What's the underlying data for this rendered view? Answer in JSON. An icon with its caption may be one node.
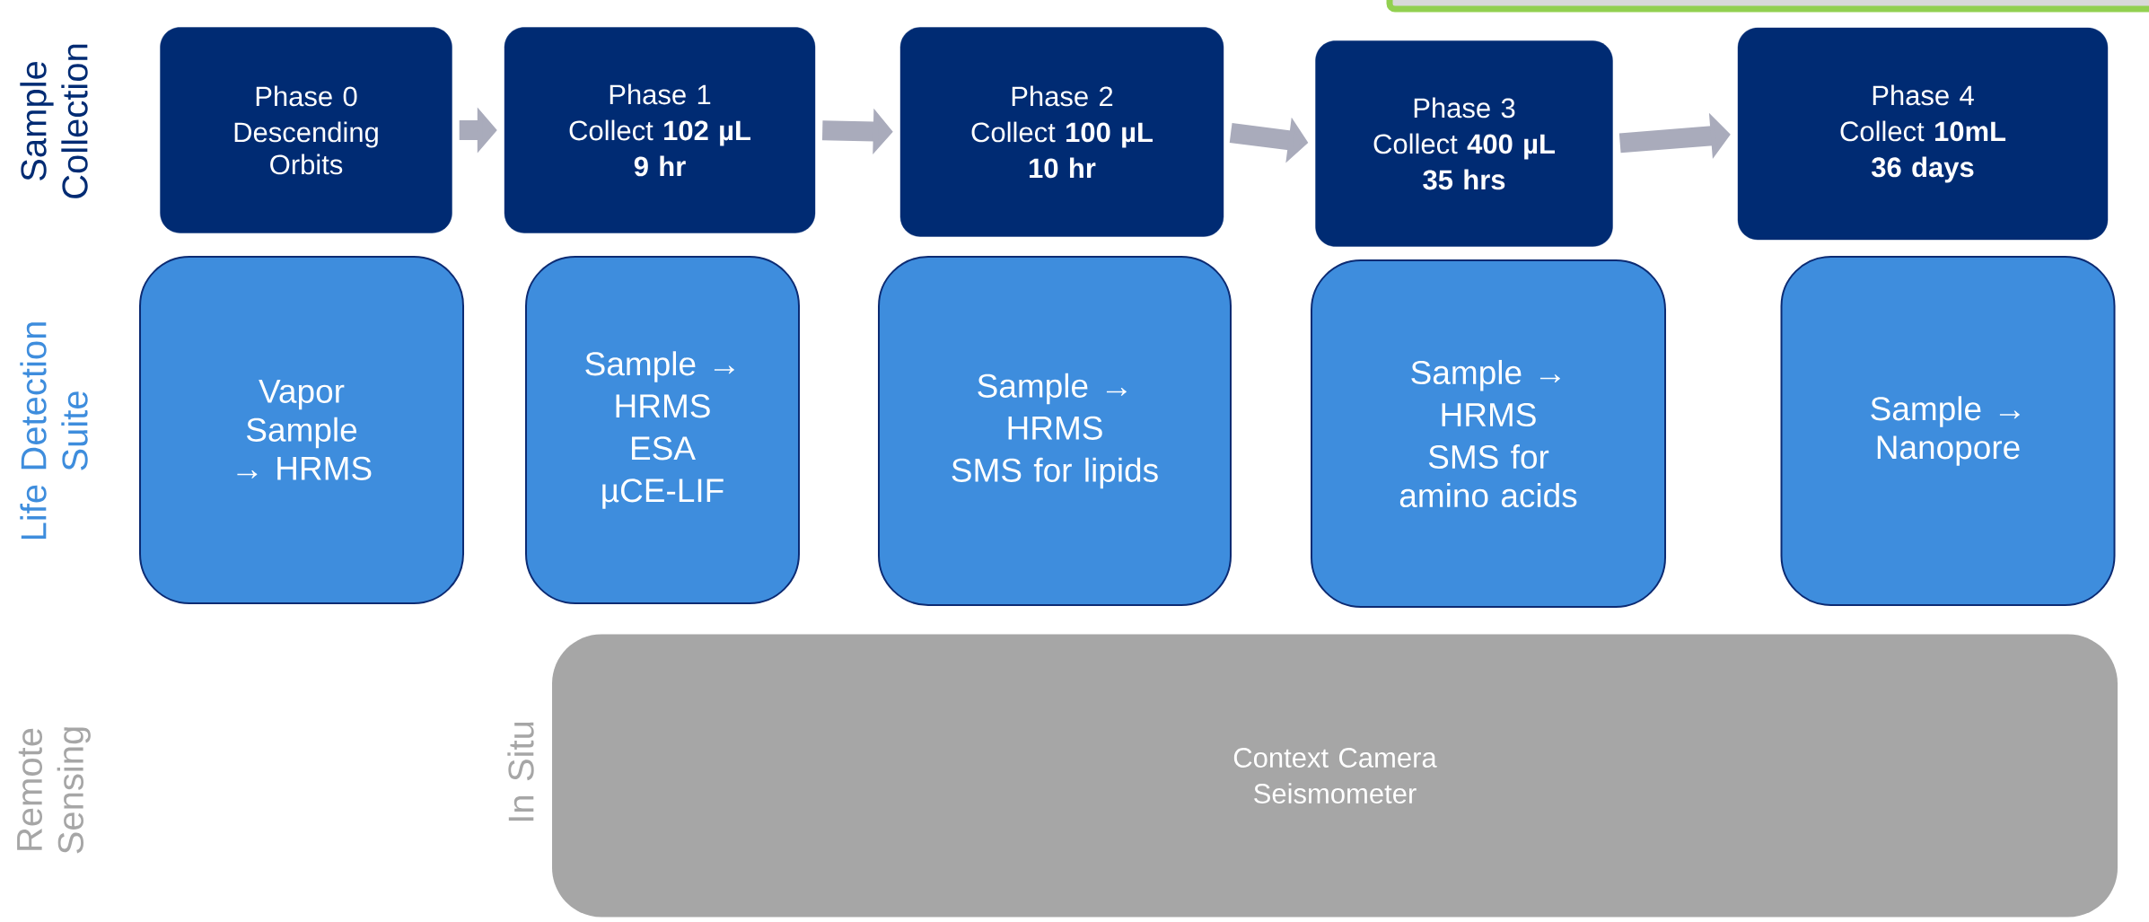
{
  "diagram": {
    "nodes": [
      {
        "text": [
          "Phase 0",
          "Descending Orbits"
        ]
      },
      {
        "text": [
          "Phase 1",
          "Collect **102 µL**",
          "9 hr"
        ]
      },
      {
        "text": [
          "Phase 2",
          "Collect **100 µL**",
          "10 hr"
        ]
      },
      {
        "text": [
          "Phase 3",
          "Collect **400 µL**",
          "35 hrs"
        ]
      },
      {
        "text": [
          "Phase 4",
          "Collect **10mL**",
          "36 days"
        ]
      },
      {
        "text": [
          "Vapor Sample → HRMS"
        ]
      },
      {
        "text": [
          "Sample →",
          "HRMS",
          "ESA",
          "µCE-LIF"
        ]
      },
      {
        "text": [
          "Sample →",
          "HRMS",
          "SMS for lipids"
        ]
      },
      {
        "text": [
          "Sample →",
          "HRMS",
          "SMS for amino acids"
        ]
      },
      {
        "text": [
          "Sample → Nanopore"
        ]
      },
      {
        "text": [
          "Context Camera",
          "Seismometer"
        ]
      }
    ],
    "edges": [
      {
        "from": 0,
        "to": 1,
        "arrow": "to"
      },
      {
        "from": 1,
        "to": 2,
        "arrow": "to"
      },
      {
        "from": 2,
        "to": 3,
        "arrow": "to"
      },
      {
        "from": 3,
        "to": 4,
        "arrow": "to"
      }
    ],
    "labels": [
      "Sample Collection",
      "Life Detection Suite",
      "Remote Sensing",
      "In Situ"
    ]
  }
}
